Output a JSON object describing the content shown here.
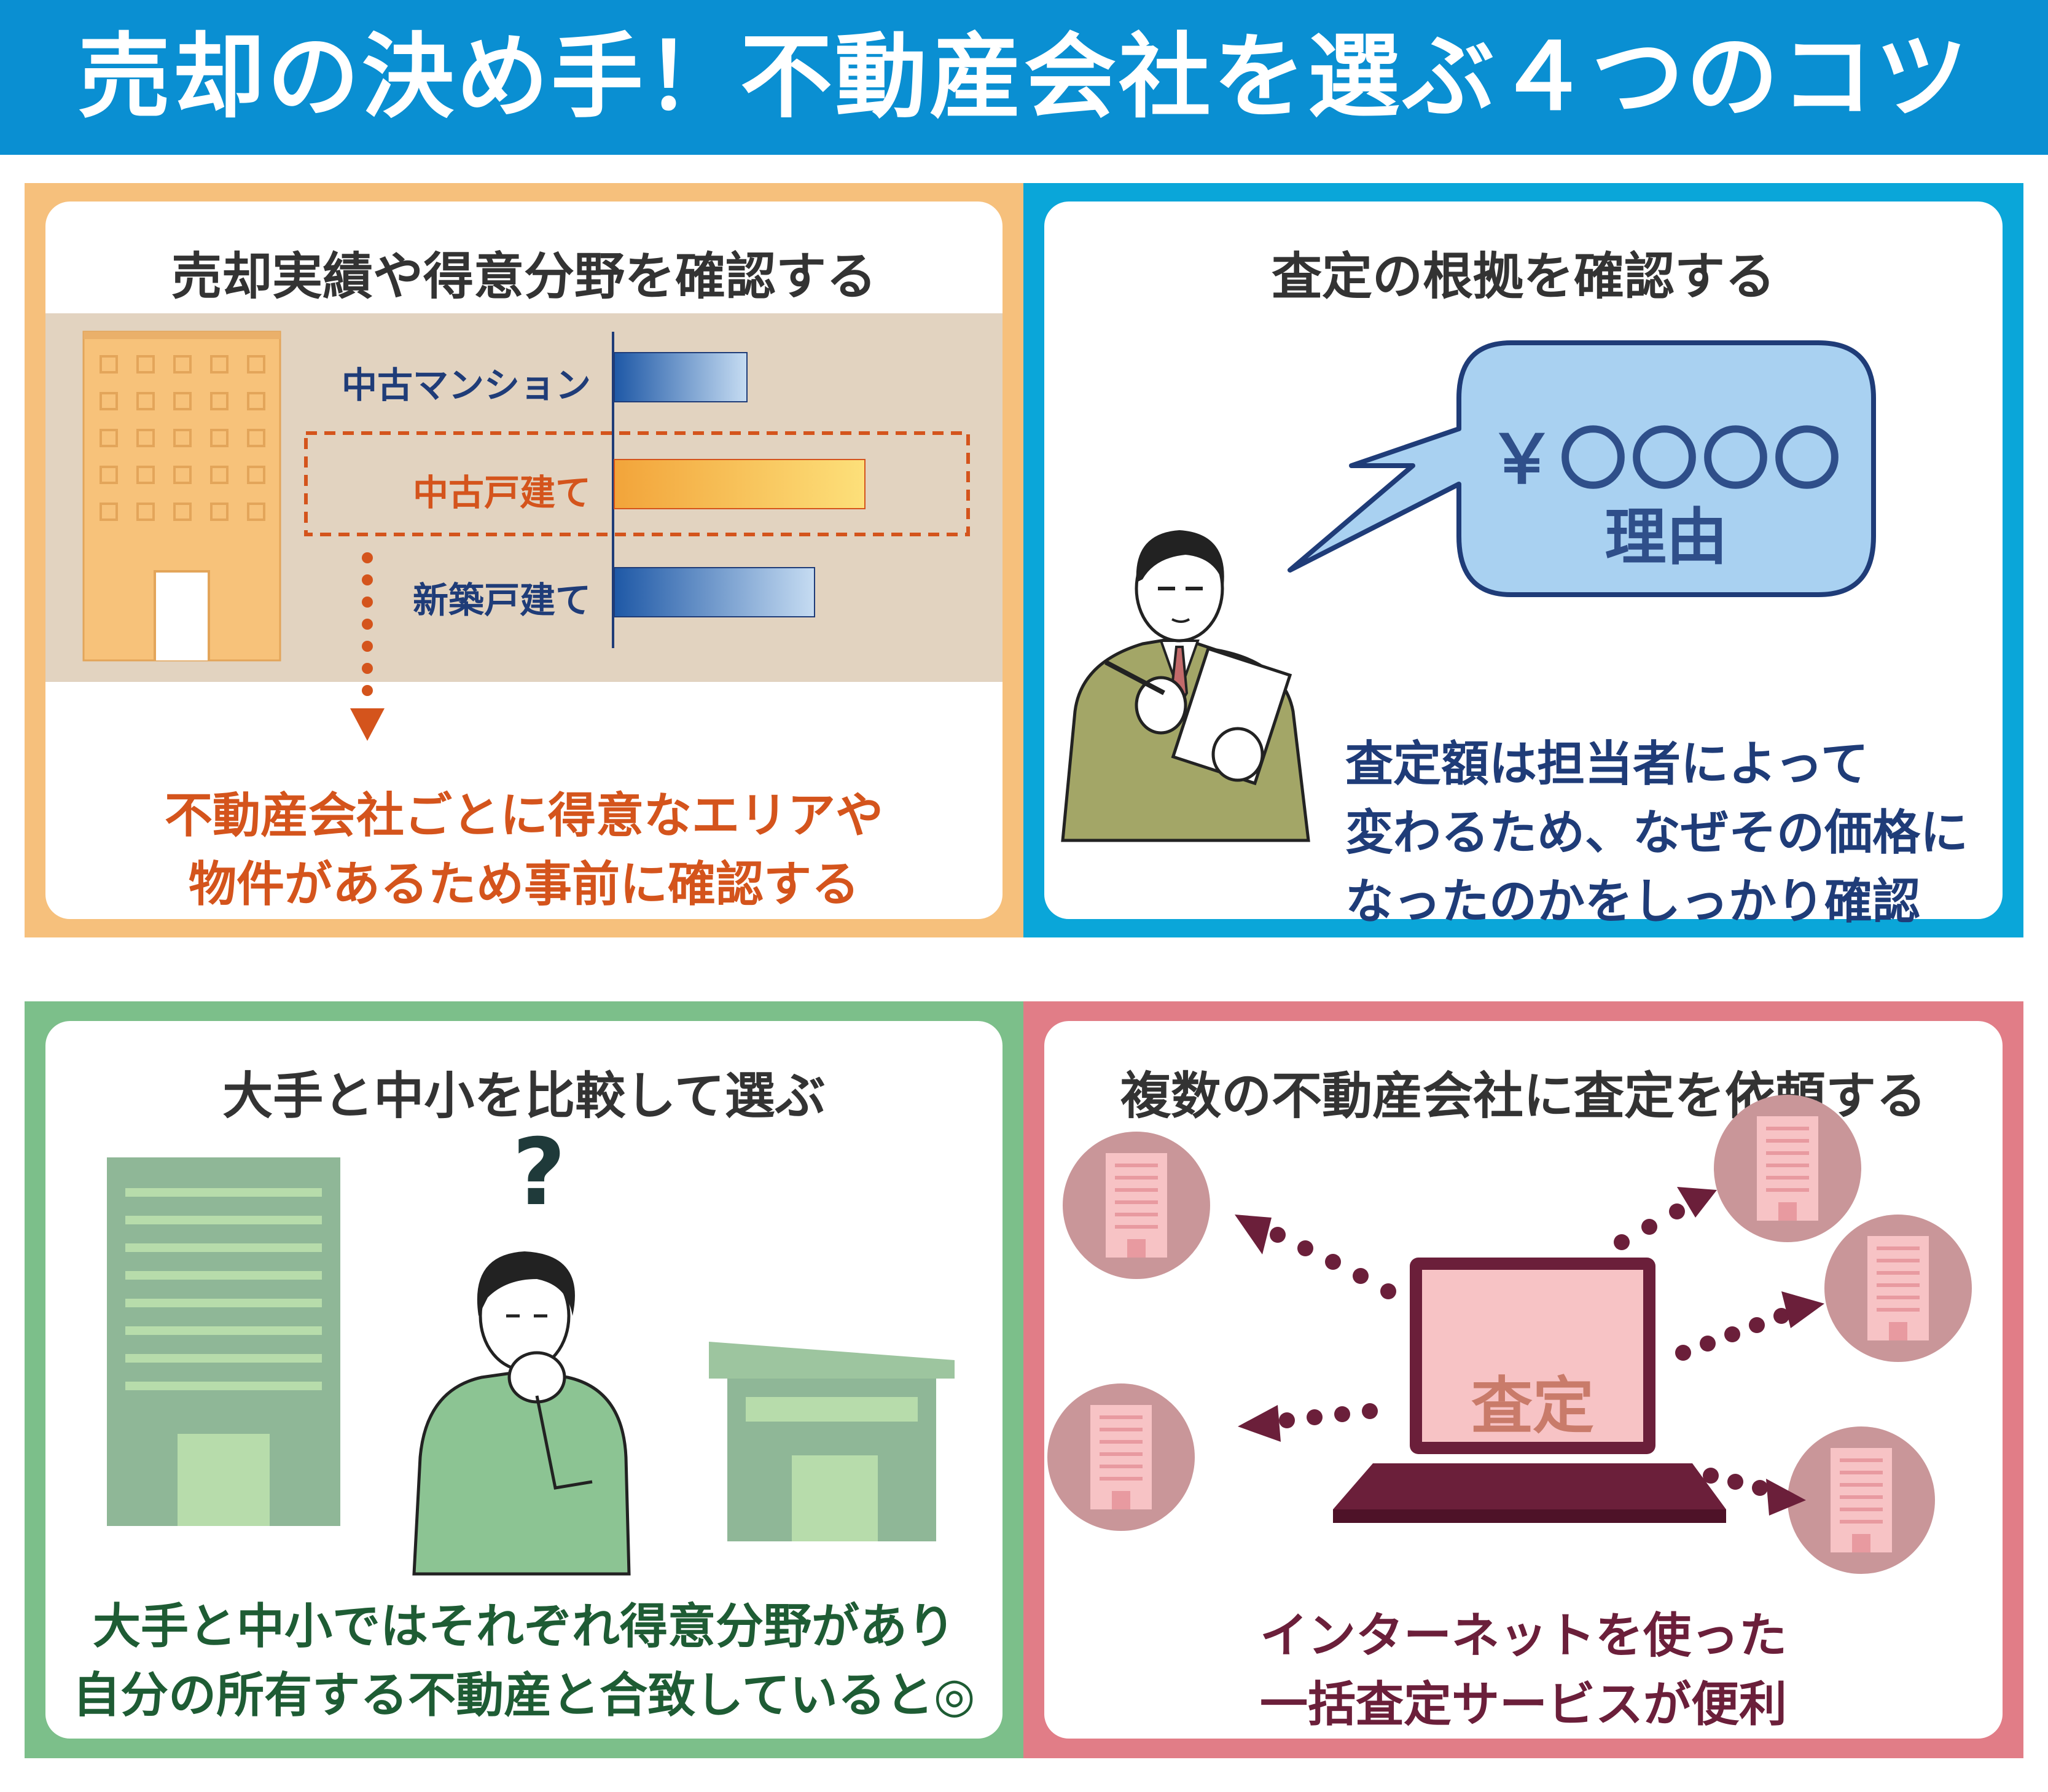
{
  "header": {
    "title": "売却の決め手！不動産会社を選ぶ４つのコツ"
  },
  "panel_sales_record": {
    "title": "売却実績や得意分野を確認する",
    "bars": [
      {
        "label": "中古マンション",
        "value": 0.45,
        "highlight": false
      },
      {
        "label": "中古戸建て",
        "value": 0.85,
        "highlight": true
      },
      {
        "label": "新築戸建て",
        "value": 0.68,
        "highlight": false
      }
    ],
    "caption_lines": [
      "不動産会社ごとに得意なエリアや",
      "物件があるため事前に確認する"
    ]
  },
  "panel_basis": {
    "title": "査定の根拠を確認する",
    "bubble_price": "￥〇〇〇〇",
    "bubble_reason": "理由",
    "caption_lines": [
      "査定額は担当者によって",
      "変わるため、なぜその価格に",
      "なったのかをしっかり確認"
    ]
  },
  "panel_compare": {
    "title": "大手と中小を比較して選ぶ",
    "question_mark": "?",
    "caption_lines": [
      "大手と中小ではそれぞれ得意分野があり",
      "自分の所有する不動産と合致していると◎"
    ]
  },
  "panel_multiple": {
    "title": "複数の不動産会社に査定を依頼する",
    "laptop_screen": "査定",
    "caption_lines": [
      "インターネットを使った",
      "一括査定サービスが便利"
    ]
  },
  "colors": {
    "header_blue": "#0a8fd2",
    "orange_panel": "#f6c07c",
    "cyan_panel": "#0aa6d9",
    "green_panel": "#7cbf8a",
    "pink_panel": "#e17d87",
    "caption_orange": "#d4541c",
    "caption_navy": "#1f3c78",
    "caption_green": "#1e5c34",
    "caption_maroon": "#6b1f3a"
  }
}
